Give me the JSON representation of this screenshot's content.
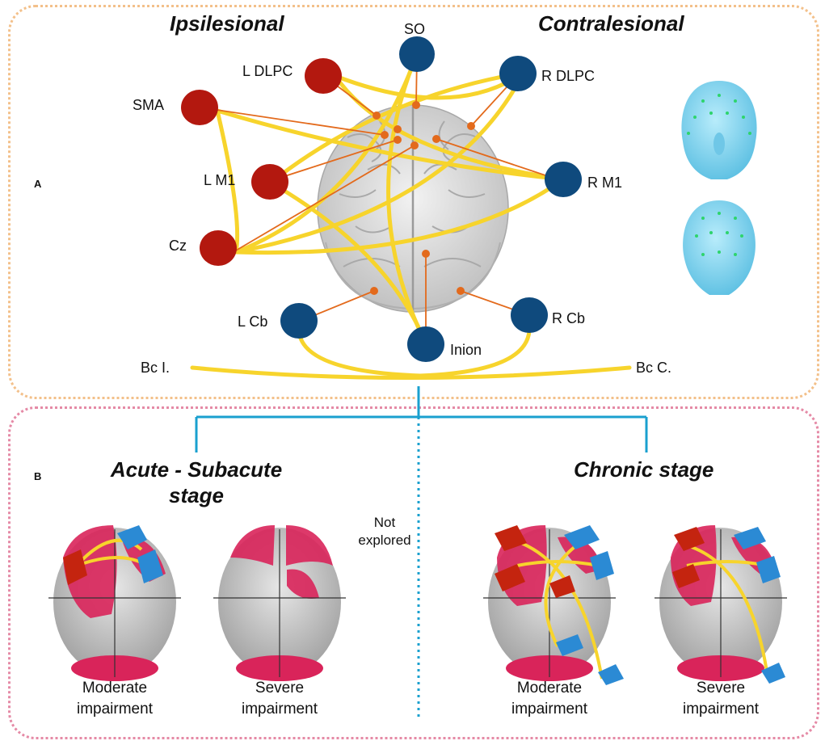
{
  "panel_a": {
    "letter": "A",
    "left_header": "Ipsilesional",
    "right_header": "Contralesional",
    "nodes": [
      {
        "id": "so",
        "label": "SO",
        "hemisphere": "contralesional",
        "color": "#0f4a7d"
      },
      {
        "id": "l_dlpc",
        "label": "L DLPC",
        "hemisphere": "ipsilesional",
        "color": "#b3180f"
      },
      {
        "id": "r_dlpc",
        "label": "R DLPC",
        "hemisphere": "contralesional",
        "color": "#0f4a7d"
      },
      {
        "id": "sma",
        "label": "SMA",
        "hemisphere": "ipsilesional",
        "color": "#b3180f"
      },
      {
        "id": "l_m1",
        "label": "L M1",
        "hemisphere": "ipsilesional",
        "color": "#b3180f"
      },
      {
        "id": "r_m1",
        "label": "R M1",
        "hemisphere": "contralesional",
        "color": "#0f4a7d"
      },
      {
        "id": "cz",
        "label": "Cz",
        "hemisphere": "ipsilesional",
        "color": "#b3180f"
      },
      {
        "id": "l_cb",
        "label": "L Cb",
        "hemisphere": "contralesional",
        "color": "#0f4a7d"
      },
      {
        "id": "r_cb",
        "label": "R Cb",
        "hemisphere": "contralesional",
        "color": "#0f4a7d"
      },
      {
        "id": "inion",
        "label": "Inion",
        "hemisphere": "contralesional",
        "color": "#0f4a7d"
      }
    ],
    "bc_left": "Bc I.",
    "bc_right": "Bc C.",
    "colors": {
      "ipsilesional": "#b3180f",
      "contralesional": "#0f4a7d",
      "montage_line": "#f7d42c",
      "pointer": "#e36a1c",
      "head_model": "#87d3ef",
      "electrode_dot": "#2ed46c"
    }
  },
  "panel_b": {
    "letter": "B",
    "acute_title_line1": "Acute - Subacute",
    "acute_title_line2": "stage",
    "chronic_title": "Chronic stage",
    "not_explored_line1": "Not",
    "not_explored_line2": "explored",
    "brains": [
      {
        "id": "acute_moderate",
        "caption_line1": "Moderate",
        "caption_line2": "impairment"
      },
      {
        "id": "acute_severe",
        "caption_line1": "Severe",
        "caption_line2": "impairment"
      },
      {
        "id": "chronic_moderate",
        "caption_line1": "Moderate",
        "caption_line2": "impairment"
      },
      {
        "id": "chronic_severe",
        "caption_line1": "Severe",
        "caption_line2": "impairment"
      }
    ],
    "colors": {
      "connector": "#1aa0cf",
      "lesion": "#d9245a",
      "anode_patch": "#c4240f",
      "cathode_patch": "#2b8ad4"
    }
  }
}
